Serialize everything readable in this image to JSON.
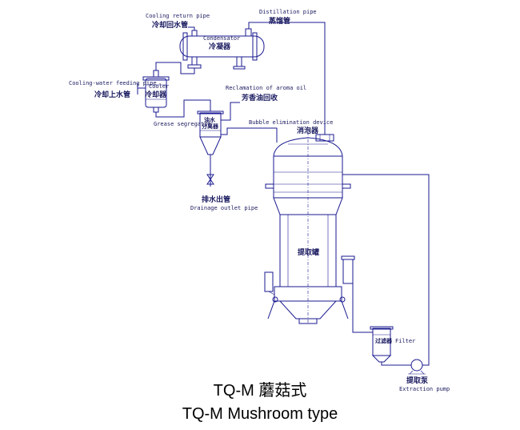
{
  "labels": {
    "cooling_return_en": "Cooling return pipe",
    "cooling_return_cn": "冷却回水管",
    "distillation_en": "Distillation pipe",
    "distillation_cn": "蒸馏管",
    "condensator_en": "Condensator",
    "condensator_cn": "冷凝器",
    "cooling_feed_en": "Cooling-water feeding pipe",
    "cooling_feed_cn": "冷却上水管",
    "cooler_en": "Cooler",
    "cooler_cn": "冷却器",
    "aroma_en": "Reclamation of aroma oil",
    "aroma_cn": "芳香油回收",
    "grease_en": "Grease segregator",
    "grease_cn_1": "油水",
    "grease_cn_2": "分离器",
    "bubble_en": "Bubble elimination device",
    "bubble_cn": "消泡器",
    "drain_cn": "排水出管",
    "drain_en": "Drainage outlet pipe",
    "tank_cn": "提取罐",
    "filter_cn": "过滤器",
    "filter_en": "Filter",
    "pump_cn": "提取泵",
    "pump_en": "Extraction pump"
  },
  "caption": {
    "line1": "TQ-M 蘑菇式",
    "line2": "TQ-M Mushroom type"
  },
  "colors": {
    "line": "#1a1a90",
    "text": "#1a1a60"
  }
}
